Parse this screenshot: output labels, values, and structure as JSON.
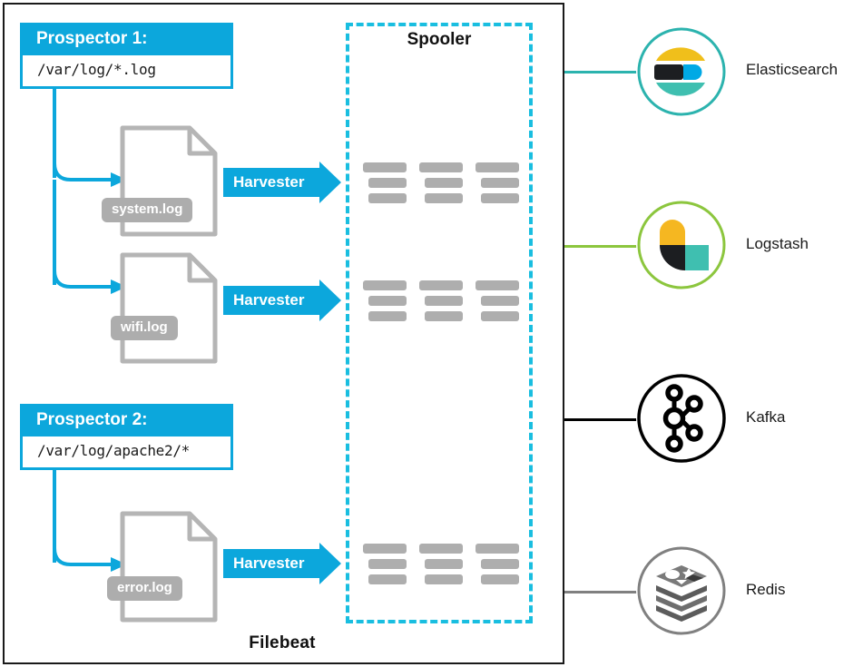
{
  "diagram": {
    "container_label": "Filebeat",
    "spooler_label": "Spooler"
  },
  "colors": {
    "brand_blue": "#0CA7DC",
    "spooler_dash": "#19BEE0",
    "file_gray": "#B5B5B5",
    "tag_gray": "#ADADAD",
    "bar_gray": "#AEAEAE",
    "border_black": "#1a1a1a",
    "elasticsearch": "#2CB3AE",
    "logstash": "#8CC63E",
    "kafka": "#000000",
    "redis": "#808080"
  },
  "prospectors": [
    {
      "title": "Prospector 1:",
      "path": "/var/log/*.log"
    },
    {
      "title": "Prospector 2:",
      "path": "/var/log/apache2/*"
    }
  ],
  "files": [
    {
      "name": "system.log"
    },
    {
      "name": "wifi.log"
    },
    {
      "name": "error.log"
    }
  ],
  "harvesters": [
    {
      "label": "Harvester"
    },
    {
      "label": "Harvester"
    },
    {
      "label": "Harvester"
    }
  ],
  "outputs": [
    {
      "label": "Elasticsearch",
      "icon": "elasticsearch-logo",
      "color": "#2CB3AE"
    },
    {
      "label": "Logstash",
      "icon": "logstash-logo",
      "color": "#8CC63E"
    },
    {
      "label": "Kafka",
      "icon": "kafka-logo",
      "color": "#000000"
    },
    {
      "label": "Redis",
      "icon": "redis-logo",
      "color": "#808080"
    }
  ]
}
